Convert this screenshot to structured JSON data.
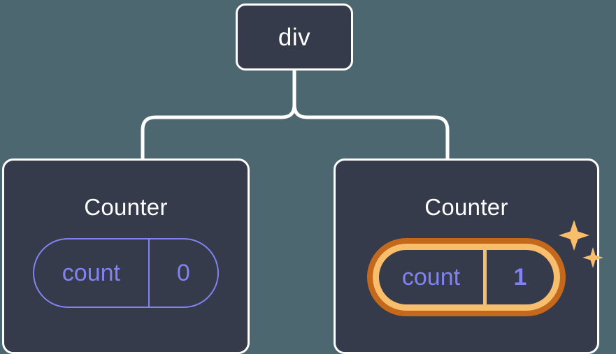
{
  "diagram": {
    "type": "component-tree",
    "background_color": "#4c676f",
    "node_fill_color": "#353b4a",
    "node_border_color": "#ffffff",
    "state_accent_color": "#8183f0",
    "highlight_outer_color": "#c4691b",
    "highlight_inner_color": "#f9be6b",
    "sparkle_color": "#f9be6b",
    "root": {
      "label": "div",
      "tag_name": "div"
    },
    "children": [
      {
        "title": "Counter",
        "highlighted": false,
        "state": {
          "key": "count",
          "value": "0"
        }
      },
      {
        "title": "Counter",
        "highlighted": true,
        "state": {
          "key": "count",
          "value": "1"
        },
        "sparkle_icons": [
          "sparkle-large",
          "sparkle-small"
        ]
      }
    ]
  }
}
